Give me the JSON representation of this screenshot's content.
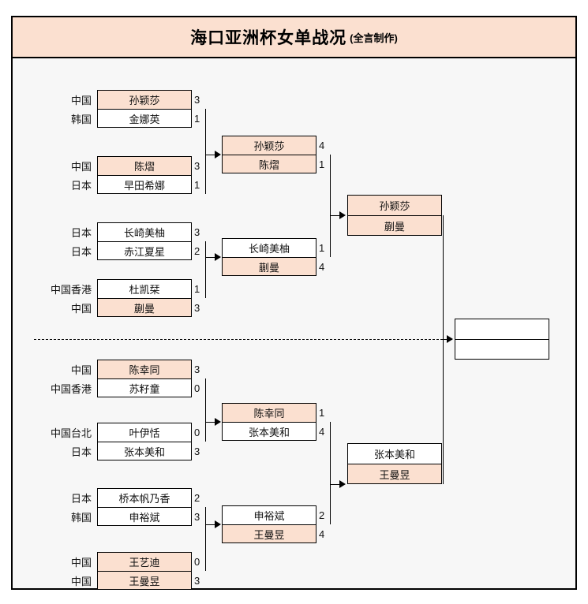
{
  "header": {
    "title": "海口亚洲杯女单战况",
    "subtitle": "(全言制作)"
  },
  "colors": {
    "highlight": "#fbe0d0",
    "plain": "#ffffff",
    "background": "#f7f7f7",
    "border": "#000000"
  },
  "bracket": {
    "round1": [
      {
        "country_top": "中国",
        "player_top": "孙颖莎",
        "score_top": "3",
        "hl_top": true,
        "country_bot": "韩国",
        "player_bot": "金娜英",
        "score_bot": "1",
        "hl_bot": false
      },
      {
        "country_top": "中国",
        "player_top": "陈熠",
        "score_top": "3",
        "hl_top": true,
        "country_bot": "日本",
        "player_bot": "早田希娜",
        "score_bot": "1",
        "hl_bot": false
      },
      {
        "country_top": "日本",
        "player_top": "长崎美柚",
        "score_top": "3",
        "hl_top": false,
        "country_bot": "日本",
        "player_bot": "赤江夏星",
        "score_bot": "2",
        "hl_bot": false
      },
      {
        "country_top": "中国香港",
        "player_top": "杜凯栞",
        "score_top": "1",
        "hl_top": false,
        "country_bot": "中国",
        "player_bot": "蒯曼",
        "score_bot": "3",
        "hl_bot": true
      },
      {
        "country_top": "中国",
        "player_top": "陈幸同",
        "score_top": "3",
        "hl_top": true,
        "country_bot": "中国香港",
        "player_bot": "苏籽童",
        "score_bot": "0",
        "hl_bot": false
      },
      {
        "country_top": "中国台北",
        "player_top": "叶伊恬",
        "score_top": "0",
        "hl_top": false,
        "country_bot": "日本",
        "player_bot": "张本美和",
        "score_bot": "3",
        "hl_bot": false
      },
      {
        "country_top": "日本",
        "player_top": "桥本帆乃香",
        "score_top": "2",
        "hl_top": false,
        "country_bot": "韩国",
        "player_bot": "申裕斌",
        "score_bot": "3",
        "hl_bot": false
      },
      {
        "country_top": "中国",
        "player_top": "王艺迪",
        "score_top": "0",
        "hl_top": true,
        "country_bot": "中国",
        "player_bot": "王曼昱",
        "score_bot": "3",
        "hl_bot": true
      }
    ],
    "round2": [
      {
        "player_top": "孙颖莎",
        "score_top": "4",
        "hl_top": true,
        "player_bot": "陈熠",
        "score_bot": "1",
        "hl_bot": true
      },
      {
        "player_top": "长崎美柚",
        "score_top": "1",
        "hl_top": false,
        "player_bot": "蒯曼",
        "score_bot": "4",
        "hl_bot": true
      },
      {
        "player_top": "陈幸同",
        "score_top": "1",
        "hl_top": true,
        "player_bot": "张本美和",
        "score_bot": "4",
        "hl_bot": false
      },
      {
        "player_top": "申裕斌",
        "score_top": "2",
        "hl_top": false,
        "player_bot": "王曼昱",
        "score_bot": "4",
        "hl_bot": true
      }
    ],
    "semifinals": [
      {
        "player_top": "孙颖莎",
        "score_top": "",
        "hl_top": true,
        "player_bot": "蒯曼",
        "score_bot": "",
        "hl_bot": true
      },
      {
        "player_top": "张本美和",
        "score_top": "",
        "hl_top": false,
        "player_bot": "王曼昱",
        "score_bot": "",
        "hl_bot": true
      }
    ],
    "final": {
      "player_top": "",
      "score_top": "",
      "hl_top": false,
      "player_bot": "",
      "score_bot": "",
      "hl_bot": false
    }
  }
}
